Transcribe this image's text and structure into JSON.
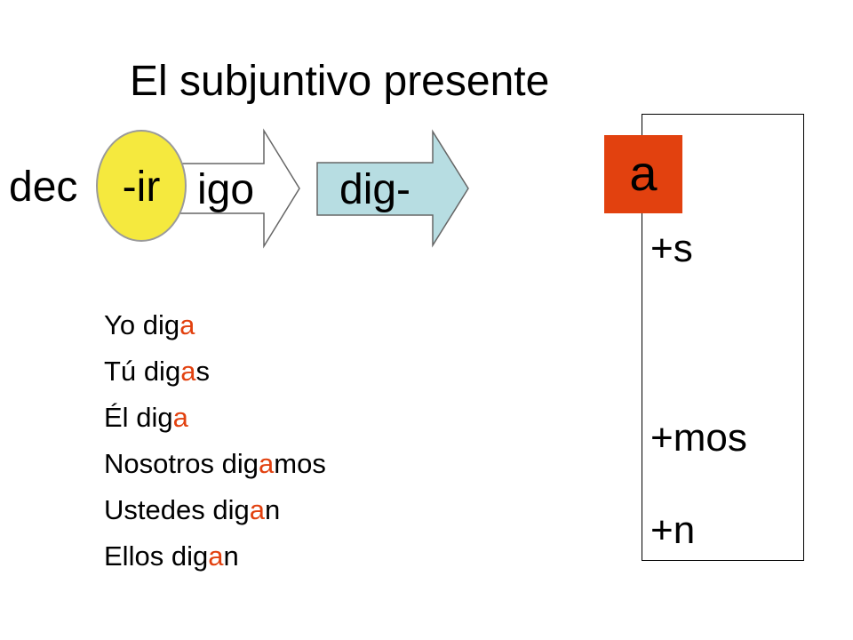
{
  "slide": {
    "title": "El subjuntivo presente",
    "infinitive": "decir",
    "infinitive_visible": "dec",
    "yo_form": "digo",
    "yo_form_visible": "igo",
    "stem": "dig-",
    "ending_class": "-ir",
    "vowel": "a",
    "endings": [
      "+s",
      "+mos",
      "+n"
    ],
    "conjugations": [
      {
        "pronoun": "Yo",
        "stem": "dig",
        "vowel": "a",
        "tail": ""
      },
      {
        "pronoun": "Tú",
        "stem": "dig",
        "vowel": "a",
        "tail": "s"
      },
      {
        "pronoun": "Él",
        "stem": "dig",
        "vowel": "a",
        "tail": ""
      },
      {
        "pronoun": "Nosotros",
        "stem": "dig",
        "vowel": "a",
        "tail": "mos"
      },
      {
        "pronoun": "Ustedes",
        "stem": "dig",
        "vowel": "a",
        "tail": "n"
      },
      {
        "pronoun": "Ellos",
        "stem": "dig",
        "vowel": "a",
        "tail": "n"
      }
    ]
  },
  "colors": {
    "highlight": "#e2410f",
    "ir_circle": "#f5e93e",
    "stem_arrow": "#b7dde2",
    "yo_arrow": "#ffffff"
  }
}
